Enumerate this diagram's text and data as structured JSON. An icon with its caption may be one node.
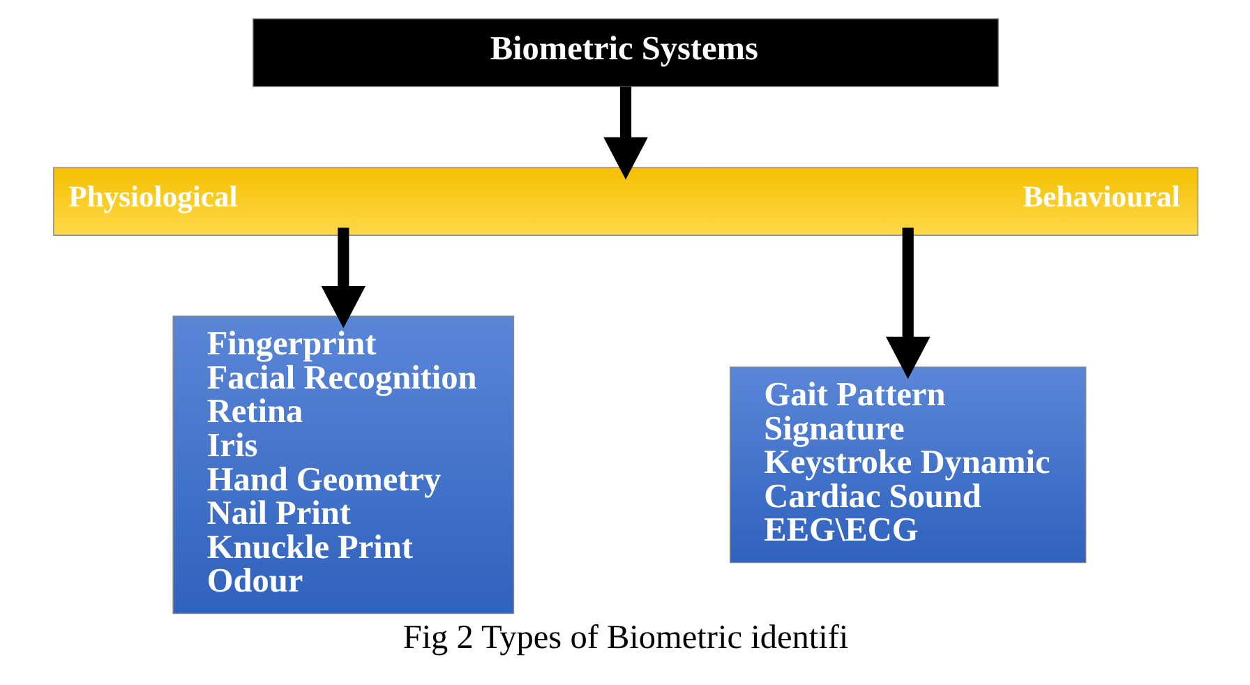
{
  "diagram": {
    "caption": "Fig 2 Types of Biometric identifi",
    "nodes": [
      {
        "text": [
          "Biometric Systems"
        ]
      },
      {
        "text": [
          "Physiological",
          "Behavioural"
        ]
      },
      {
        "text": [
          "Fingerprint",
          "Facial Recognition",
          "Retina",
          "Iris",
          "Hand Geometry",
          "Nail Print",
          "Knuckle Print",
          "Odour"
        ]
      },
      {
        "text": [
          "Gait Pattern",
          "Signature",
          "Keystroke Dynamic",
          "Cardiac Sound",
          "EEG\\ECG"
        ]
      }
    ],
    "edges": [
      {
        "from": 0,
        "to": 1,
        "arrow": "to"
      },
      {
        "from": 1,
        "to": 2,
        "arrow": "to"
      },
      {
        "from": 1,
        "to": 3,
        "arrow": "to"
      }
    ]
  }
}
